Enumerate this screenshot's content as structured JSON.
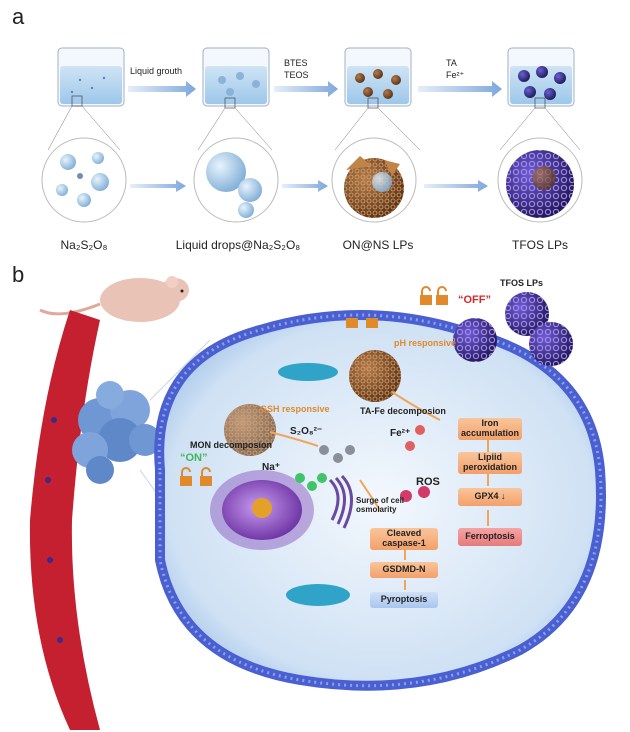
{
  "panel_a": {
    "letter": "a",
    "arrow1_label": "Liquid grouth",
    "arrow2_label_1": "BTES",
    "arrow2_label_2": "TEOS",
    "arrow3_label_1": "TA",
    "arrow3_label_2": "Fe²⁺",
    "captions": [
      "Na₂S₂O₈",
      "Liquid drops@Na₂S₂O₈",
      "ON@NS LPs",
      "TFOS LPs"
    ]
  },
  "panel_b": {
    "letter": "b",
    "tfos_label": "TFOS LPs",
    "off_label": "“OFF”",
    "on_label": "“ON”",
    "gsh_label": "GSH responsive",
    "ph_label": "pH responsive",
    "ta_fe_label": "TA-Fe decomposion",
    "mon_label": "MON decomposion",
    "s2o8_label": "S₂O₈²⁻",
    "fe_label": "Fe²⁺",
    "na_label": "Na⁺",
    "ros_label": "ROS",
    "surge_label": "Surge of cell osmolarity",
    "pyro_boxes": [
      "Cleaved caspase-1",
      "GSDMD-N",
      "Pyroptosis"
    ],
    "ferro_boxes": [
      "Iron accumulation",
      "Lipiid peroxidation",
      "GPX4 ↓",
      "Ferroptosis"
    ]
  }
}
